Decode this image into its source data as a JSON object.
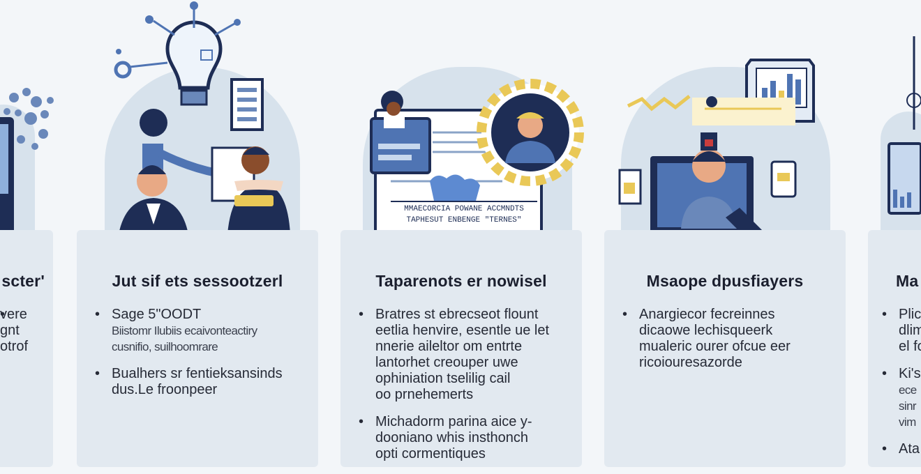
{
  "panels": [
    {
      "title": "scter'",
      "bullets": [
        {
          "lines": [
            "vere",
            "gnt",
            "otrof"
          ]
        }
      ]
    },
    {
      "title": "Jut sif ets sessootzerl",
      "bullets": [
        {
          "lines": [
            "Sage 5\"OODT",
            "Biistomr Ilubiis ecaivonteactiry",
            "cusnifio, suilhoomrare"
          ]
        },
        {
          "lines": [
            "Bualhers sr fentieksansinds",
            "dus.Le froonpeer"
          ]
        }
      ]
    },
    {
      "title": "Taparenots er nowisel",
      "bullets": [
        {
          "lines": [
            "Bratres st ebrecseot flount",
            "eetlia henvire, esentle ue let",
            "nnerie aileltor om entrte",
            "lantorhet creouper uwe",
            "ophiniation tselilig cail",
            "oo prnehemerts"
          ]
        },
        {
          "lines": [
            "Michadorm parina aice y-",
            "dooniano whis insthonch",
            "opti cormentiques"
          ]
        }
      ]
    },
    {
      "title": "Msaope dpusfiayers",
      "bullets": [
        {
          "lines": [
            "Anargiecor fecreinnes",
            "dicaowe lechisqueerk",
            "mualeric ourer ofcue eer",
            "ricoiouresazorde"
          ]
        }
      ]
    },
    {
      "title": "Ma",
      "bullets": [
        {
          "lines": [
            "Plic",
            "dlim",
            "el fo"
          ]
        },
        {
          "lines": [
            "Ki's",
            "ece",
            "sinr",
            "vim"
          ]
        },
        {
          "lines": [
            "Ata"
          ]
        }
      ]
    }
  ],
  "illustrations": {
    "document_caption": [
      "MMAECORCIA POWANE ACCMNDTS",
      "TAPHESUT ENBENGE \"TERNES\""
    ],
    "colors": {
      "navy": "#1e2d55",
      "blue": "#4f74b3",
      "light_blue": "#c7d8ee",
      "gold": "#e9c857",
      "skin": "#e8a985",
      "dark_skin": "#8a4d2c"
    }
  }
}
